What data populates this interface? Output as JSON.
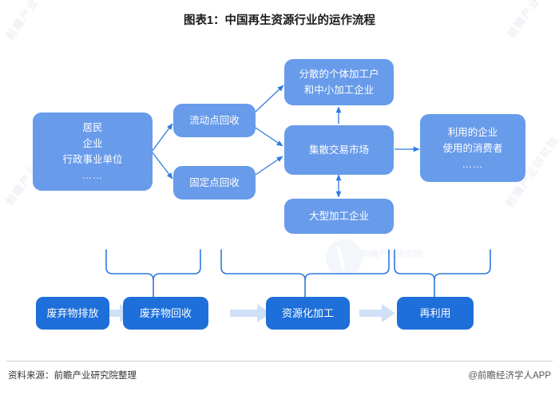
{
  "title": "图表1：中国再生资源行业的运作流程",
  "footer": {
    "source": "资料来源：前瞻产业研究院整理",
    "attribution": "@前瞻经济学人APP"
  },
  "colors": {
    "node_light": "#689bea",
    "node_dark": "#1e6fd9",
    "connector": "#2f7ae0",
    "arrow_light": "#cfe0f7",
    "title_text": "#1b1b1b",
    "node_text": "#ffffff"
  },
  "watermarks": {
    "left_top": "前瞻产业研究院",
    "left_bottom": "前瞻产业研究院",
    "right_top": "前瞻产业研究院",
    "right_mid": "前瞻产业研究院",
    "center": "前瞻产业研究院"
  },
  "nodes": {
    "sources": {
      "id": "sources",
      "lines": [
        "居民",
        "企业",
        "行政事业单位",
        "……"
      ]
    },
    "mobile_recycling": {
      "id": "mobile-recycling",
      "lines": [
        "流动点回收"
      ]
    },
    "fixed_recycling": {
      "id": "fixed-recycling",
      "lines": [
        "固定点回收"
      ]
    },
    "small_processors": {
      "id": "small-processors",
      "lines": [
        "分散的个体加工户",
        "和中小加工企业"
      ]
    },
    "trading_market": {
      "id": "trading-market",
      "lines": [
        "集散交易市场"
      ]
    },
    "large_processors": {
      "id": "large-processors",
      "lines": [
        "大型加工企业"
      ]
    },
    "end_users": {
      "id": "end-users",
      "lines": [
        "利用的企业",
        "使用的消费者",
        "……"
      ]
    }
  },
  "stages": [
    {
      "id": "stage-discharge",
      "label": "废弃物排放"
    },
    {
      "id": "stage-collection",
      "label": "废弃物回收"
    },
    {
      "id": "stage-processing",
      "label": "资源化加工"
    },
    {
      "id": "stage-reuse",
      "label": "再利用"
    }
  ],
  "flow": {
    "edges": [
      {
        "from": "sources",
        "to": "mobile_recycling",
        "type": "arrow"
      },
      {
        "from": "sources",
        "to": "fixed_recycling",
        "type": "arrow"
      },
      {
        "from": "mobile_recycling",
        "to": "small_processors",
        "type": "arrow"
      },
      {
        "from": "mobile_recycling",
        "to": "trading_market",
        "type": "arrow"
      },
      {
        "from": "fixed_recycling",
        "to": "trading_market",
        "type": "arrow"
      },
      {
        "from": "trading_market",
        "to": "small_processors",
        "type": "arrow"
      },
      {
        "from": "trading_market",
        "to": "large_processors",
        "type": "double-arrow"
      },
      {
        "from": "trading_market",
        "to": "end_users",
        "type": "arrow"
      }
    ],
    "stage_arrows": 3,
    "brackets": [
      {
        "covers": [
          "sources"
        ],
        "to": "stage-collection"
      },
      {
        "covers": [
          "mobile_recycling",
          "fixed_recycling",
          "trading_market"
        ],
        "to": "stage-processing"
      },
      {
        "covers": [
          "small_processors",
          "large_processors"
        ],
        "to": "stage-reuse"
      }
    ]
  }
}
